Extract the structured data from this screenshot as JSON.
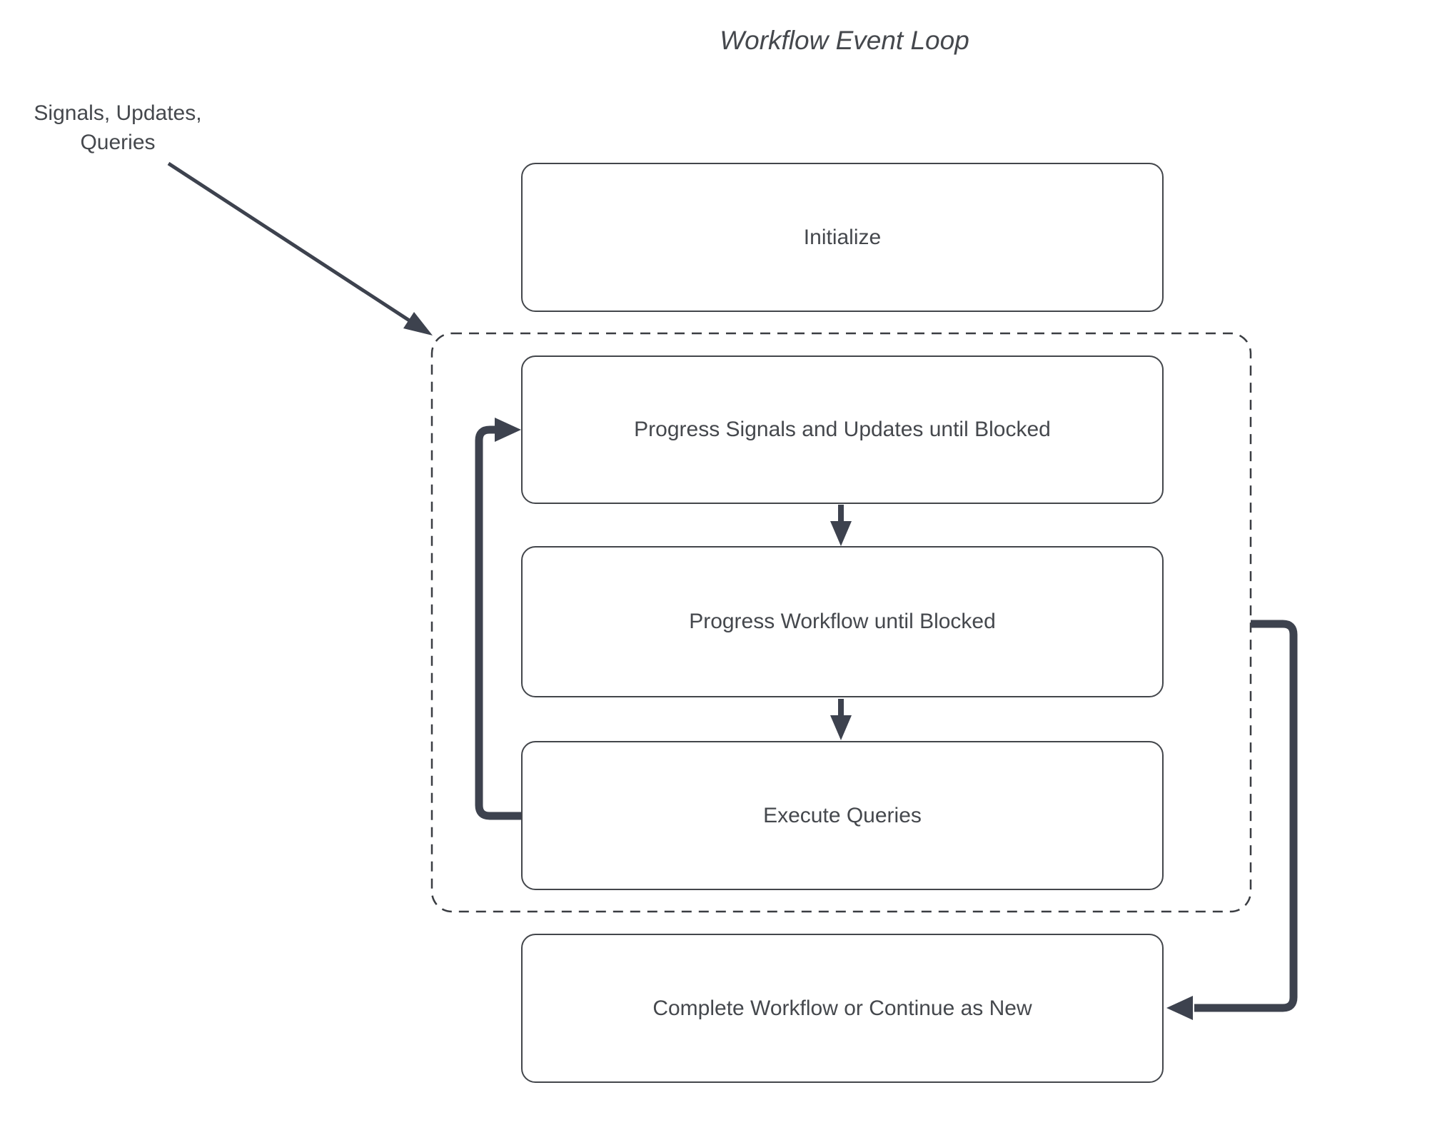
{
  "title": "Workflow Event Loop",
  "annotation": {
    "text": "Signals, Updates,\nQueries"
  },
  "nodes": {
    "initialize": {
      "label": "Initialize"
    },
    "progress_signals": {
      "label": "Progress Signals and Updates until Blocked"
    },
    "progress_workflow": {
      "label": "Progress Workflow until Blocked"
    },
    "execute_queries": {
      "label": "Execute Queries"
    },
    "complete": {
      "label": "Complete Workflow or Continue as New"
    }
  },
  "colors": {
    "ink": "#3d424e",
    "border": "#43464b",
    "dashed": "#3a3d42",
    "text": "#45484d",
    "bg": "#ffffff"
  }
}
